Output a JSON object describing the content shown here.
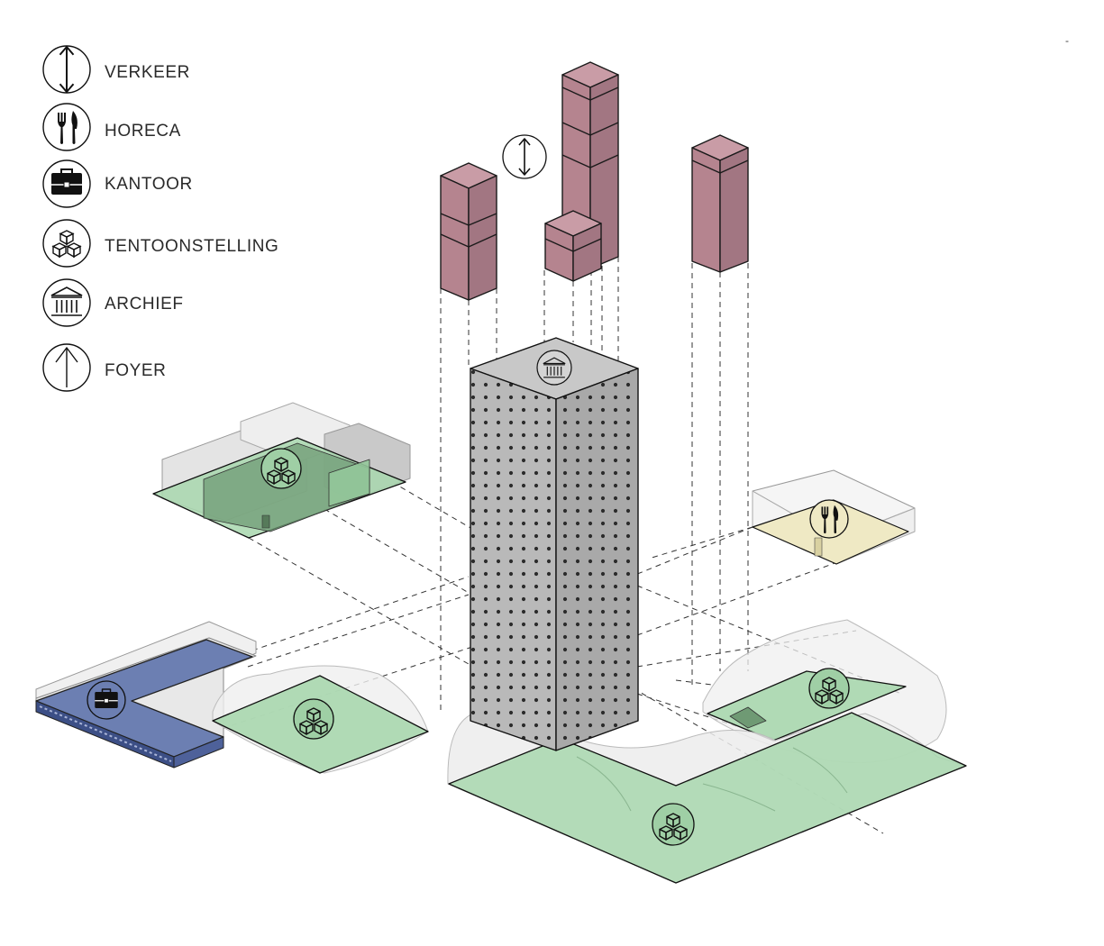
{
  "legend": [
    {
      "icon": "arrow-updown-icon",
      "label": "VERKEER"
    },
    {
      "icon": "cutlery-icon",
      "label": "HORECA"
    },
    {
      "icon": "briefcase-icon",
      "label": "KANTOOR"
    },
    {
      "icon": "cubes-icon",
      "label": "TENTOONSTELLING"
    },
    {
      "icon": "pillars-icon",
      "label": "ARCHIEF"
    },
    {
      "icon": "arrow-up-icon",
      "label": "FOYER"
    }
  ],
  "stray_mark": "-",
  "colors": {
    "verkeer_volume": "#b5848f",
    "exhibition_green": "#9fd4a8",
    "office_blue": "#6c7fb2",
    "horeca_cream": "#efe9c4",
    "tower_grey": "#b9b9b9",
    "outline": "#1a1a1a"
  }
}
